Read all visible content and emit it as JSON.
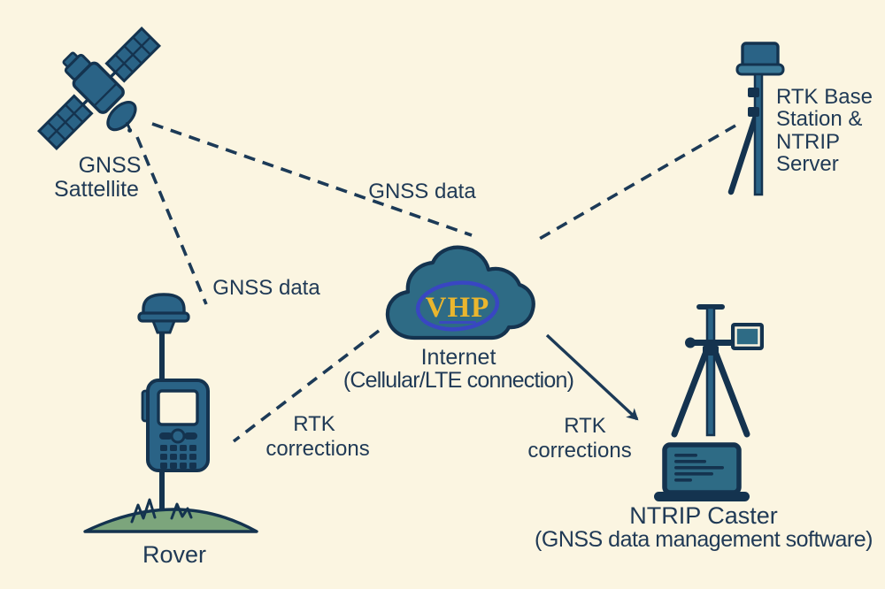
{
  "colors": {
    "background": "#fbf5e1",
    "outline_navy": "#14334f",
    "edge_navy": "#1c3a57",
    "text_navy": "#203a56",
    "steel_blue": "#2a6386",
    "teal_fill": "#2e6b85",
    "light_steel": "#3d7b99",
    "grass_green": "#7ca57c",
    "logo_gold": "#eab62e",
    "logo_ring_blue": "#3b43c9"
  },
  "nodes": {
    "gnss_satellite": {
      "label_lines": [
        "GNSS",
        "Sattellite"
      ]
    },
    "rtk_base_station": {
      "label_lines": [
        "RTK Base",
        "Station &",
        "NTRIP",
        "Server"
      ]
    },
    "internet_cloud": {
      "logo": "VHP",
      "label_lines": [
        "Internet",
        "(Cellular/LTE connection)"
      ]
    },
    "rover": {
      "label": "Rover"
    },
    "ntrip_caster": {
      "label_lines": [
        "NTRIP Caster",
        "(GNSS data management software)"
      ]
    }
  },
  "edges": {
    "satellite_to_internet": {
      "label": "GNSS data",
      "style": "dashed"
    },
    "satellite_to_rover": {
      "label": "GNSS data",
      "style": "dashed"
    },
    "base_station_to_internet": {
      "style": "dashed"
    },
    "rover_to_internet": {
      "label_lines": [
        "RTK",
        "corrections"
      ],
      "style": "dashed"
    },
    "internet_to_ntrip_caster": {
      "label_lines": [
        "RTK",
        "corrections"
      ],
      "style": "solid-arrow"
    }
  }
}
